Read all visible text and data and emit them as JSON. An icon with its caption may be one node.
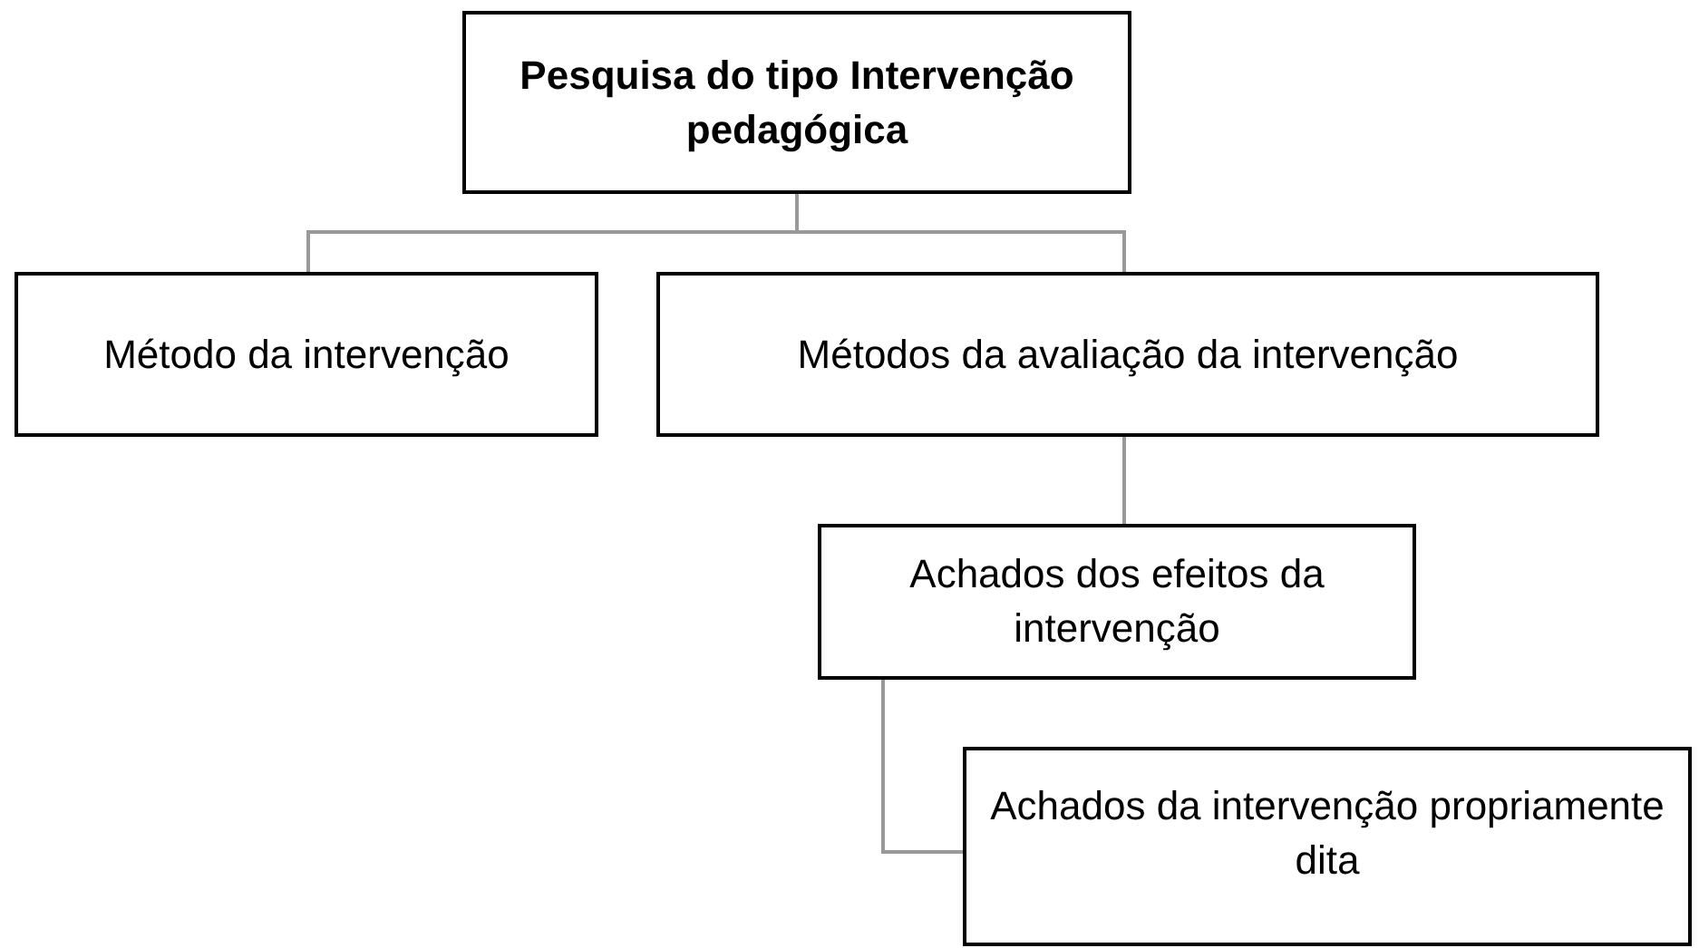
{
  "diagram": {
    "nodes": [
      {
        "text": [
          "Pesquisa do tipo Intervenção pedagógica"
        ]
      },
      {
        "text": [
          "Método da intervenção"
        ]
      },
      {
        "text": [
          "Métodos da avaliação da intervenção"
        ]
      },
      {
        "text": [
          "Achados dos efeitos da intervenção"
        ]
      },
      {
        "text": [
          "Achados da intervenção propriamente dita"
        ]
      }
    ],
    "edges": [
      {
        "from": 0,
        "to": 1,
        "arrow": "none"
      },
      {
        "from": 0,
        "to": 2,
        "arrow": "none"
      },
      {
        "from": 2,
        "to": 3,
        "arrow": "none"
      },
      {
        "from": 3,
        "to": 4,
        "arrow": "none"
      }
    ]
  }
}
